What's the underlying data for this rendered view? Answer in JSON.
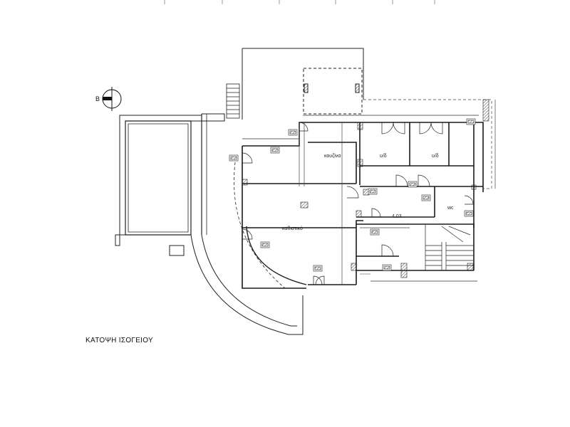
{
  "plan": {
    "title": "ΚΑΤΟΨΗ ΙΣΟΓΕΙΟΥ",
    "north_marker_letter": "B",
    "wall_color": "#1a1a1a",
    "hatch_color": "#555555",
    "rooms": {
      "kitchen": "κουζίνα",
      "bedroom_1": "υ/δ",
      "bedroom_2": "υ/δ",
      "living_room": "καθιστικό",
      "wc": "wc"
    },
    "dimension_labels": {
      "corridor_width": "4.03"
    }
  }
}
